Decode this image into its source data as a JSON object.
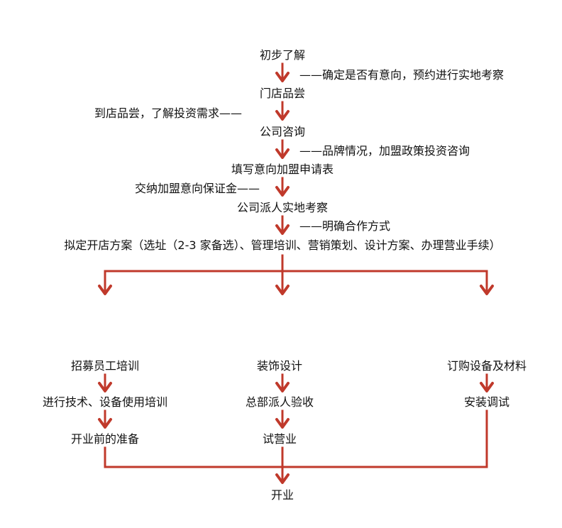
{
  "flow": {
    "step1": "初步了解",
    "note1": "——确定是否有意向，预约进行实地考察",
    "step2": "门店品尝",
    "note2": "到店品尝，了解投资需求——",
    "step3": "公司咨询",
    "note3": "——品牌情况，加盟政策投资咨询",
    "step4": "填写意向加盟申请表",
    "note4": "交纳加盟意向保证金——",
    "step5": "公司派人实地考察",
    "note5": "——明确合作方式",
    "step6": "拟定开店方案（选址（2-3 家备选）、管理培训、营销策划、设计方案、办理营业手续）"
  },
  "branches": {
    "left": [
      "招募员工培训",
      "进行技术、设备使用培训",
      "开业前的准备"
    ],
    "middle": [
      "装饰设计",
      "总部派人验收",
      "试营业"
    ],
    "right": [
      "订购设备及材料",
      "安装调试"
    ]
  },
  "final": "开业",
  "colors": {
    "arrow": "#c0392b",
    "text": "#111111",
    "background": "#ffffff"
  }
}
